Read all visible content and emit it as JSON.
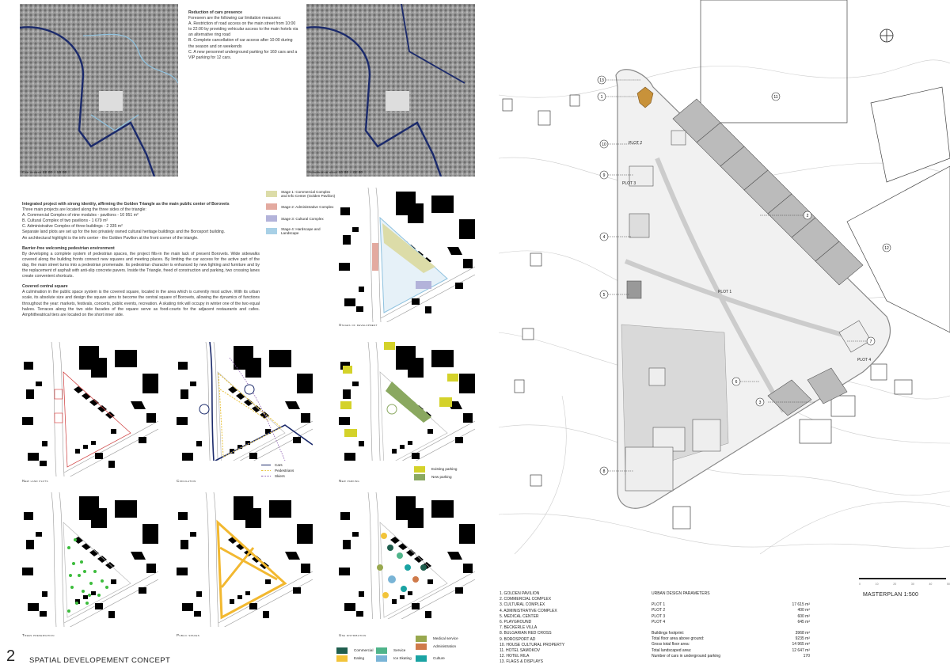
{
  "header": {
    "number": "2",
    "title": "SPATIAL DEVELOPEMENT CONCEPT"
  },
  "cars": {
    "title": "Reduction of  cars presence",
    "lines": [
      "Foreseen are the following car limitation measures:",
      "A. Restriction of road access on the main street from 10:00 to 22:00 by providing vehicular access to the main hotels via an alternative ring road",
      "B. Complete cancellation of car access  after 10:00 during the season and on weekends",
      "C. A new personnel underground parking for 160 cars and a VIP parking for 12 cars."
    ]
  },
  "aerial_captions": [
    "Car access 22:00 - 10:00",
    "Alternative road 10:00 - 22:00"
  ],
  "intro": {
    "title": "Integrated project with strong identity, affirming the Golden Triangle as the main public center of Borovets",
    "lines": [
      "Three main projects are located along the three sides of the triangle:",
      "A. Commercial Complex of nine modules - pavilions - 10 951 m²",
      "B. Cultural Complex of two pavilions - 1 679 m²",
      "C. Administrative Complex of three buildings - 2 335 m²",
      "Separate land plots are set up for the two privately owned cultural heritage buildings and the Borosport building.",
      "An architectural highlight is the info center - the Golden Pavilion at the front corner of the triangle."
    ]
  },
  "barrier": {
    "title": "Barrier-free welcoming pedestrian environment",
    "text": "By developing a complete system of pedestrian spaces, the project fills-in the main lack of present Borovets. Wide sidewalks covered along the building fronts connect new squares and meeting places. By limiting the car access for the active part of the day, the main street turns into a pedestrian promenade. Its pedestrian character is enhanced by new lighting and furniture and by the replacement of asphalt with anti-slip concrete pavers. Inside the Triangle, freed of construction and parking, two crossing lanes create convenient shortcuts."
  },
  "square": {
    "title": "Covered central square",
    "text": "A culmination in the public space system is the covered square, located in the area which is currently most active. With its urban scale, its absolute size and design the square aims to become the central square of Borovets, allowing the dynamics of functions throughout the year: markets, festivals, concerts, public events, recreation. A skating rink will occupy in winter one of the two equal halves. Terraces along the two side facades of the square serve as food-courts for the adjacent restaurants and cafes. Amphitheatrical tiers are located on the short inner side."
  },
  "stages": {
    "caption": "Stages of development",
    "items": [
      {
        "label": "Stage 1: Commercial Complex and Info Center (Golden Pavilion)",
        "color": "#dcdca8"
      },
      {
        "label": "Stage 2: Administrative Complex",
        "color": "#e3aaa0"
      },
      {
        "label": "Stage 3: Cultural Complex",
        "color": "#b3b3da"
      },
      {
        "label": "Stage 4: Hardscape and Landscape",
        "color": "#a8d0e6"
      }
    ]
  },
  "diagrams": {
    "land": "New land plots",
    "circ": "Circulation",
    "parking": "New parking",
    "trees": "Trees preservation",
    "public": "Public spaces",
    "use": "Use distribution"
  },
  "circ_legend": [
    {
      "label": "Cars",
      "color": "#1b2a6b"
    },
    {
      "label": "Pedestrians",
      "color": "#e8c23a"
    },
    {
      "label": "Skiers",
      "color": "#8a5bb0"
    }
  ],
  "parking_legend": [
    {
      "label": "Existing parking",
      "color": "#d4d22a"
    },
    {
      "label": "New parking",
      "color": "#8aa860"
    }
  ],
  "use_legend": [
    {
      "label": "Commercial",
      "color": "#1f5e4e"
    },
    {
      "label": "Service",
      "color": "#4fb48a"
    },
    {
      "label": "Medical service",
      "color": "#98a84e"
    },
    {
      "label": "Administration",
      "color": "#cf7a4a"
    },
    {
      "label": "Eating",
      "color": "#f2c43a"
    },
    {
      "label": "Ice Skating",
      "color": "#79b4d6"
    },
    {
      "label": "Culture",
      "color": "#1aa3a3"
    }
  ],
  "masterplan": {
    "title": "MASTERPLAN 1:500",
    "plots": [
      "PLOT 1",
      "PLOT 2",
      "PLOT 3",
      "PLOT 4"
    ],
    "scale_ticks": [
      "0",
      "10",
      "20",
      "30",
      "40",
      "50"
    ],
    "legend": [
      "1. Golden Pavilion",
      "2. Commercial Complex",
      "3. Cultural Complex",
      "4. Administrative Complex",
      "5. Medical Center",
      "6. Playground",
      "7. Beckerle Villa",
      "8. Bulgarian Red Cross",
      "9. Borosport AD",
      "10. House Cultural Property",
      "11. Hotel Samokov",
      "12. Hotel Rila",
      "13. Flags & Displays"
    ],
    "params_title": "URBAN DESIGN PARAMETERS",
    "plot_areas": [
      {
        "label": "PLOT 1",
        "value": "17 615 m²"
      },
      {
        "label": "PLOT 2",
        "value": "400 m²"
      },
      {
        "label": "PLOT 3",
        "value": "600 m²"
      },
      {
        "label": "PLOT 4",
        "value": "645 m²"
      }
    ],
    "totals": [
      {
        "label": "Buildings footprint:",
        "value": "3968 m²"
      },
      {
        "label": "Total floor area above ground:",
        "value": "9235 m²"
      },
      {
        "label": "Gross total floor area:",
        "value": "14 965 m²"
      },
      {
        "label": "Total landscaped area:",
        "value": "12 647 m²"
      },
      {
        "label": "Number of cars in underground parking",
        "value": "170"
      }
    ],
    "markers": [
      "1",
      "2",
      "3",
      "4",
      "5",
      "6",
      "7",
      "8",
      "9",
      "10",
      "11",
      "12",
      "13"
    ]
  }
}
